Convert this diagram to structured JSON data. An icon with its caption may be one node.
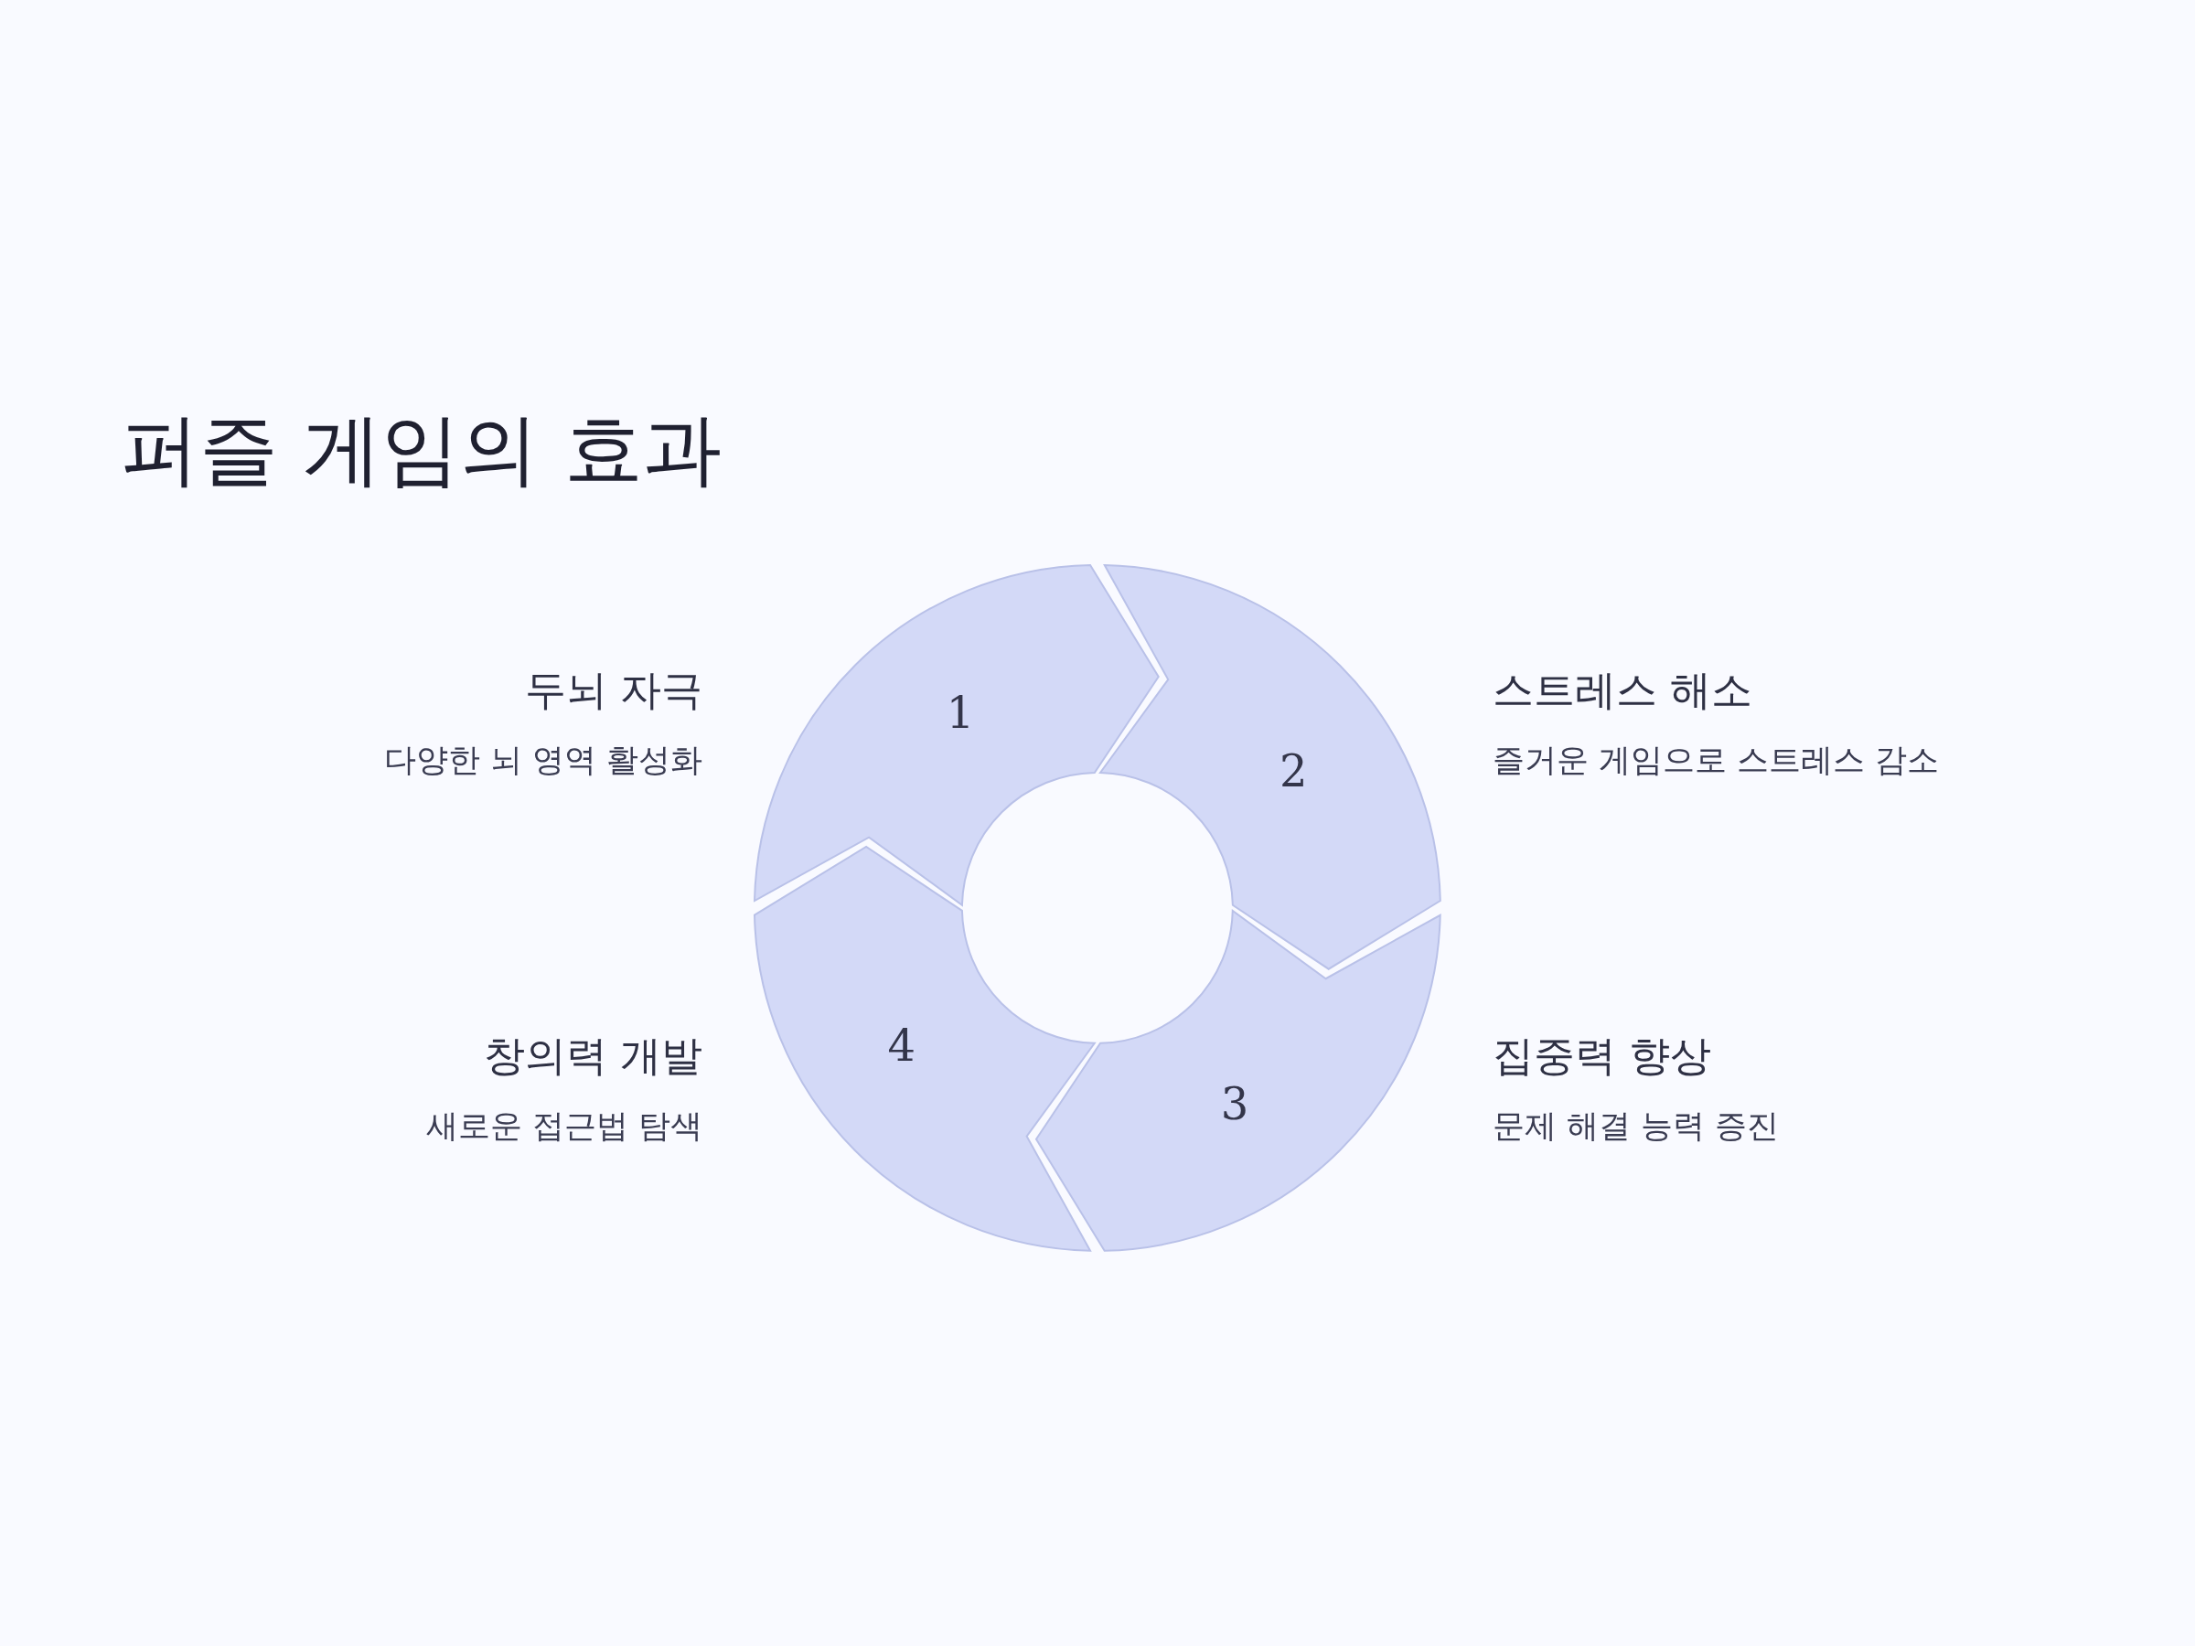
{
  "diagram": {
    "title": "퍼즐 게임의 효과",
    "nodes": [
      {
        "text": [
          "1"
        ],
        "beside": [
          "두뇌 자극",
          "다양한 뇌 영역 활성화"
        ]
      },
      {
        "text": [
          "2"
        ],
        "beside": [
          "스트레스 해소",
          "즐거운 게임으로 스트레스 감소"
        ]
      },
      {
        "text": [
          "3"
        ],
        "beside": [
          "집중력 향상",
          "문제 해결 능력 증진"
        ]
      },
      {
        "text": [
          "4"
        ],
        "beside": [
          "창의력 개발",
          "새로운 접근법 탐색"
        ]
      }
    ]
  }
}
